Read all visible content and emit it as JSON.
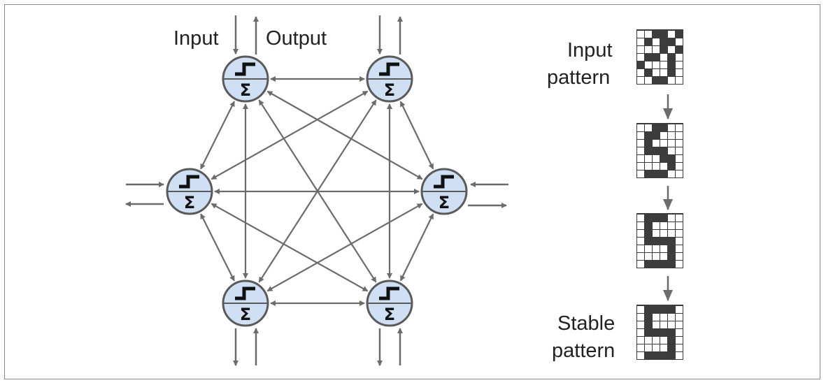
{
  "network": {
    "input_label": "Input",
    "output_label": "Output",
    "neuron_step_symbol": "step-function",
    "neuron_sum_symbol": "Σ",
    "neuron_count": 6
  },
  "patterns": {
    "input_label_line1": "Input",
    "input_label_line2": "pattern",
    "stable_label_line1": "Stable",
    "stable_label_line2": "pattern",
    "grids": [
      [
        [
          0,
          0,
          1,
          1,
          0,
          1
        ],
        [
          0,
          1,
          0,
          1,
          1,
          0
        ],
        [
          0,
          0,
          0,
          1,
          0,
          1
        ],
        [
          0,
          1,
          1,
          0,
          1,
          0
        ],
        [
          1,
          0,
          0,
          0,
          1,
          0
        ],
        [
          0,
          1,
          0,
          0,
          1,
          0
        ],
        [
          0,
          0,
          1,
          1,
          0,
          0
        ]
      ],
      [
        [
          0,
          0,
          1,
          1,
          0,
          0
        ],
        [
          0,
          1,
          1,
          0,
          0,
          0
        ],
        [
          0,
          1,
          0,
          0,
          0,
          0
        ],
        [
          0,
          1,
          1,
          1,
          0,
          0
        ],
        [
          0,
          0,
          0,
          1,
          1,
          0
        ],
        [
          0,
          0,
          0,
          0,
          1,
          0
        ],
        [
          0,
          1,
          1,
          1,
          0,
          0
        ]
      ],
      [
        [
          0,
          1,
          1,
          1,
          0,
          0
        ],
        [
          0,
          1,
          0,
          0,
          0,
          0
        ],
        [
          0,
          1,
          0,
          0,
          0,
          0
        ],
        [
          0,
          1,
          1,
          1,
          1,
          0
        ],
        [
          0,
          0,
          0,
          0,
          1,
          0
        ],
        [
          0,
          0,
          0,
          0,
          1,
          0
        ],
        [
          0,
          1,
          1,
          1,
          1,
          0
        ]
      ],
      [
        [
          0,
          1,
          1,
          1,
          1,
          0
        ],
        [
          0,
          1,
          0,
          0,
          0,
          0
        ],
        [
          0,
          1,
          0,
          0,
          0,
          0
        ],
        [
          0,
          1,
          1,
          1,
          1,
          0
        ],
        [
          0,
          0,
          0,
          0,
          1,
          0
        ],
        [
          0,
          0,
          0,
          0,
          1,
          0
        ],
        [
          0,
          1,
          1,
          1,
          1,
          0
        ]
      ]
    ]
  },
  "colors": {
    "neuron_fill": "#cfe0f4",
    "stroke": "#5a5a5a",
    "arrow": "#6b6b6b",
    "pixel_on": "#3d3d3d"
  }
}
